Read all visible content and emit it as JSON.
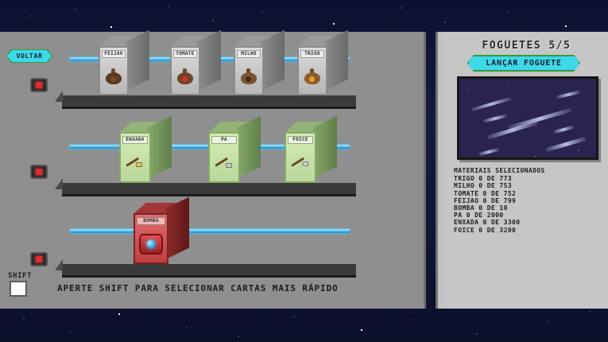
{
  "back_button": {
    "label": "VOLTAR"
  },
  "rows": [
    {
      "name": "crops",
      "selector_icon": "red-square-icon",
      "cards": [
        {
          "label": "FEIJAO",
          "art": "bean-sack-icon",
          "sack_color": "#5a3a20",
          "seed_color": "#7a4a28"
        },
        {
          "label": "TOMATE",
          "art": "tomato-sack-icon",
          "sack_color": "#6b4526",
          "seed_color": "#d82f2f"
        },
        {
          "label": "MILHO",
          "art": "corn-sack-icon",
          "sack_color": "#7a5330",
          "seed_color": "#3e2a18"
        },
        {
          "label": "TRIGO",
          "art": "wheat-sack-icon",
          "sack_color": "#8a5b2e",
          "seed_color": "#e8a024"
        }
      ]
    },
    {
      "name": "tools",
      "selector_icon": "red-square-icon",
      "cards": [
        {
          "label": "ENXADA",
          "art": "hoe-icon"
        },
        {
          "label": "PA",
          "art": "shovel-icon"
        },
        {
          "label": "FOICE",
          "art": "scythe-icon"
        }
      ]
    },
    {
      "name": "bomb",
      "selector_icon": "red-square-icon",
      "cards": [
        {
          "label": "BOMBA",
          "art": "bomb-barrel-icon"
        }
      ]
    }
  ],
  "shift": {
    "label": "SHIFT",
    "checkbox_checked": false,
    "hint": "APERTE SHIFT PARA SELECIONAR CARTAS MAIS RÁPIDO"
  },
  "rocket_panel": {
    "counter": "FOGUETES 5/5",
    "launch_label": "LANÇAR FOGUETE",
    "preview_alt": "space-rockets-preview",
    "materials_header": "MATERIAIS SELECIONADOS",
    "materials": [
      "TRIGO 0 DE 773",
      "MILHO 0 DE 753",
      "TOMATE 0 DE 752",
      "FEIJAO 0 DE 799",
      "BOMBA 0 DE 10",
      "PA 0 DE 2000",
      "ENXADA 0 DE 3300",
      "FOICE 0 DE 3200"
    ]
  },
  "colors": {
    "accent_cyan": "#3fd8e8",
    "accent_green": "#2f9a3a",
    "panel_gray": "#8f8f8f",
    "side_panel_gray": "#c6c6c6",
    "rail_blue": "#4fc5f2",
    "selector_red": "#e02b2b"
  }
}
